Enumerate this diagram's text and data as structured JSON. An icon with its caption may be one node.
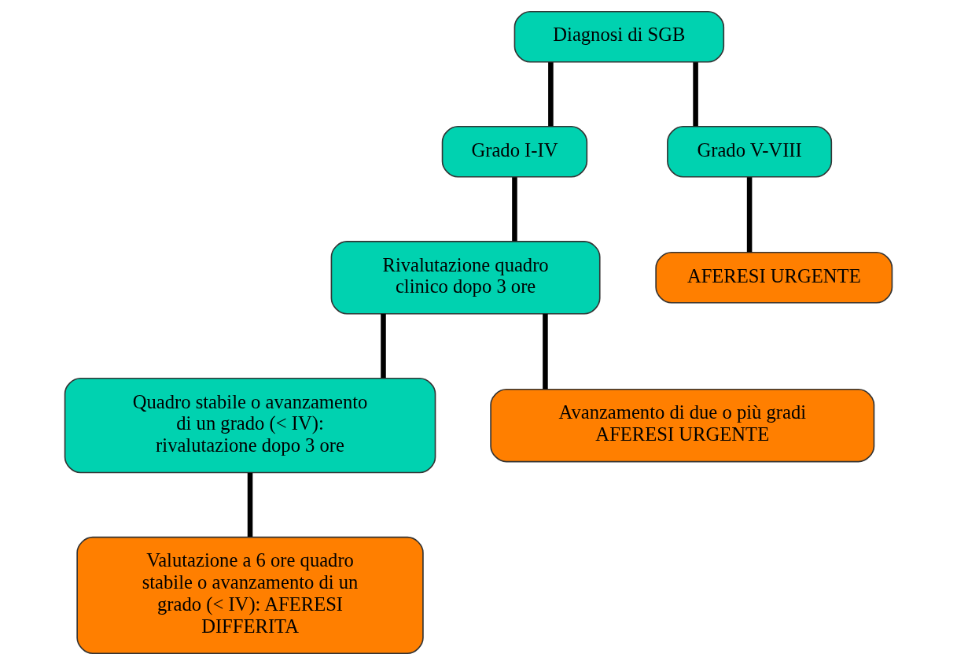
{
  "diagram": {
    "nodes": [
      {
        "text": [
          "Diagnosi di SGB"
        ]
      },
      {
        "text": [
          "Grado I-IV"
        ]
      },
      {
        "text": [
          "Grado V-VIII"
        ]
      },
      {
        "text": [
          "Rivalutazione quadro clinico dopo 3 ore"
        ]
      },
      {
        "text": [
          "AFERESI URGENTE"
        ]
      },
      {
        "text": [
          "Quadro stabile o avanzamento di un grado (< IV): rivalutazione dopo 3 ore"
        ]
      },
      {
        "text": [
          "Avanzamento di due o più gradi AFERESI URGENTE"
        ]
      },
      {
        "text": [
          "Valutazione a 6 ore quadro stabile o avanzamento di un grado (< IV): AFERESI DIFFERITA"
        ]
      }
    ],
    "edges": [
      {
        "from": 0,
        "to": 1,
        "arrow": "none"
      },
      {
        "from": 0,
        "to": 2,
        "arrow": "none"
      },
      {
        "from": 1,
        "to": 3,
        "arrow": "none"
      },
      {
        "from": 2,
        "to": 4,
        "arrow": "none"
      },
      {
        "from": 3,
        "to": 5,
        "arrow": "none"
      },
      {
        "from": 3,
        "to": 6,
        "arrow": "none"
      },
      {
        "from": 5,
        "to": 7,
        "arrow": "none"
      }
    ]
  }
}
